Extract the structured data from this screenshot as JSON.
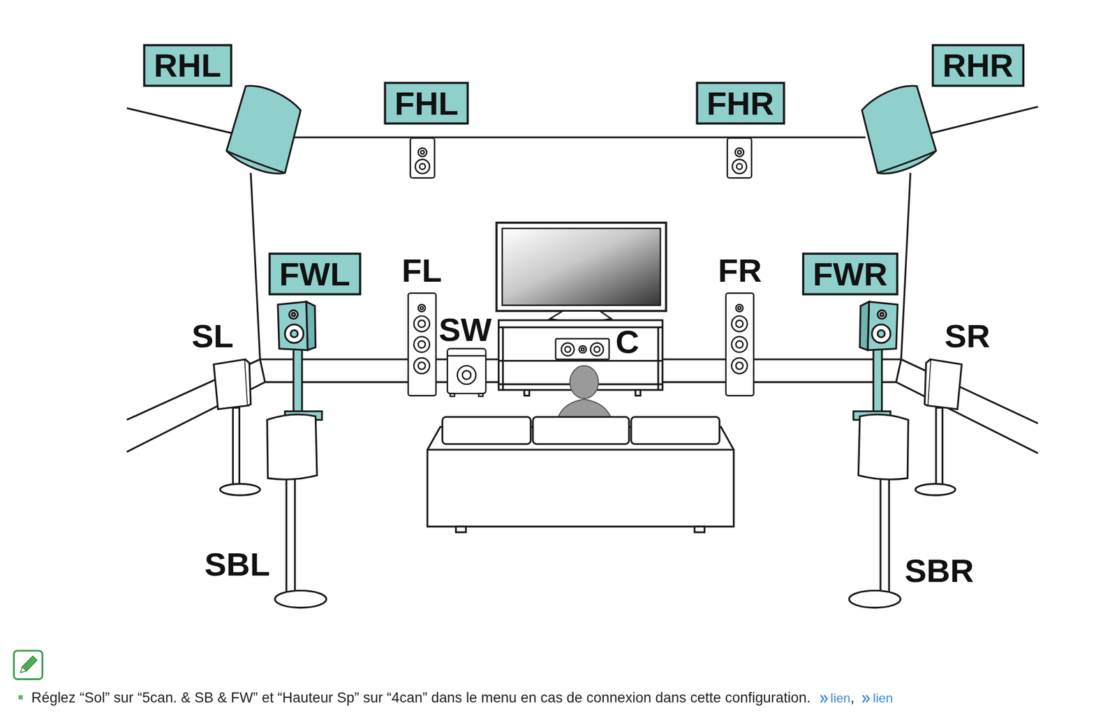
{
  "diagram": {
    "nodes": [
      {
        "text": [
          "RHL"
        ]
      },
      {
        "text": [
          "RHR"
        ]
      },
      {
        "text": [
          "FHL"
        ]
      },
      {
        "text": [
          "FHR"
        ]
      },
      {
        "text": [
          "FWL"
        ]
      },
      {
        "text": [
          "FWR"
        ]
      }
    ],
    "labels": [
      "SL",
      "FL",
      "SW",
      "C",
      "FR",
      "SR",
      "SBL",
      "SBR",
      "Réglez “Sol” sur “5can. & SB & FW” et “Hauteur Sp” sur “4can” dans le menu en cas de connexion dans cette configuration.",
      "lien",
      ",",
      "lien"
    ]
  }
}
